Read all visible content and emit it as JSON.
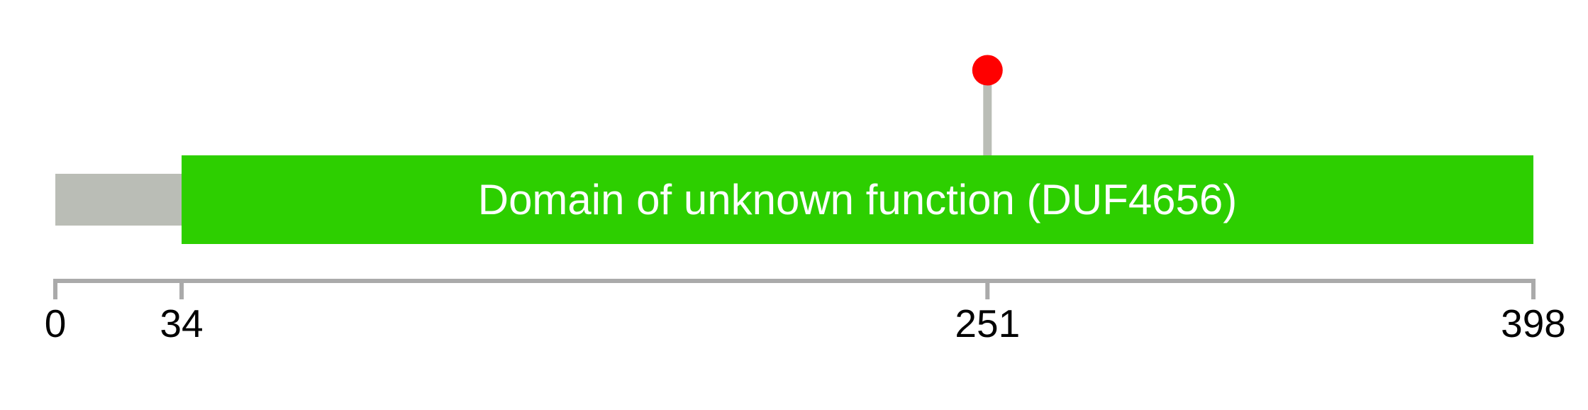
{
  "chart_data": {
    "type": "lollipop",
    "title": "",
    "xlim": [
      0,
      398
    ],
    "background": "#FFFFFF",
    "backbone": {
      "start": 0,
      "end": 398,
      "color": "#BABDB6"
    },
    "domains": [
      {
        "label": "Domain of unknown function (DUF4656)",
        "start": 34,
        "end": 398,
        "color": "#2DCF00",
        "label_color": "#FFFFFF"
      }
    ],
    "mutations": [
      {
        "position": 251,
        "color": "#FF0000",
        "stem_color": "#BABDB6"
      }
    ],
    "axis": {
      "position": "bottom",
      "grid": false,
      "ticks": [
        0,
        34,
        251,
        398
      ],
      "tick_labels": [
        "0",
        "34",
        "251",
        "398"
      ],
      "line_color": "#AAAAAA",
      "label_color": "#000000"
    }
  }
}
